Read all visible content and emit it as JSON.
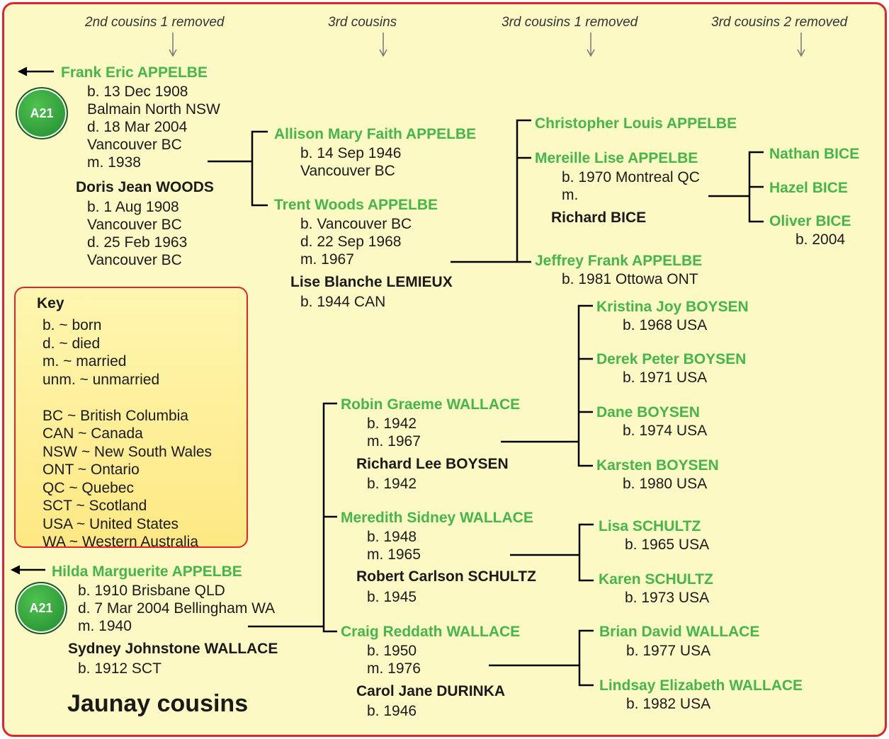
{
  "headers": [
    "2nd cousins 1 removed",
    "3rd cousins",
    "3rd cousins 1 removed",
    "3rd cousins 2 removed"
  ],
  "colors": {
    "border": "#e0262c",
    "background": "#fdf9c4",
    "name_green": "#45b649",
    "badge_green": "#2d9b39"
  },
  "badges": [
    "A21",
    "A21"
  ],
  "title": "Jaunay cousins",
  "key": {
    "heading": "Key",
    "lines": [
      "b. ~ born",
      "d. ~ died",
      "m. ~ married",
      "unm. ~ unmarried",
      "",
      "BC ~ British Columbia",
      "CAN ~ Canada",
      "NSW ~ New South Wales",
      "ONT ~ Ontario",
      "QC ~ Quebec",
      "SCT ~ Scotland",
      "USA ~ United States",
      "WA ~ Western Australia"
    ]
  },
  "frank": {
    "name": "Frank Eric APPELBE",
    "details": [
      "b. 13 Dec 1908",
      "Balmain North NSW",
      "d. 18 Mar 2004",
      "Vancouver BC",
      "m. 1938"
    ],
    "spouse": "Doris Jean WOODS",
    "spouse_details": [
      "b. 1 Aug 1908",
      "Vancouver BC",
      "d. 25 Feb 1963",
      "Vancouver BC"
    ]
  },
  "allison": {
    "name": "Allison Mary Faith APPELBE",
    "details": [
      "b. 14 Sep 1946",
      "Vancouver BC"
    ]
  },
  "trent": {
    "name": "Trent Woods APPELBE",
    "details": [
      "b. Vancouver BC",
      "d. 22 Sep 1968",
      "m. 1967"
    ],
    "spouse": "Lise Blanche LEMIEUX",
    "spouse_details": [
      "b. 1944 CAN"
    ]
  },
  "christopher": {
    "name": "Christopher Louis APPELBE"
  },
  "mereille": {
    "name": "Mereille Lise APPELBE",
    "details": [
      "b. 1970 Montreal QC",
      "m."
    ],
    "spouse": "Richard BICE"
  },
  "jeffrey": {
    "name": "Jeffrey Frank APPELBE",
    "details": [
      "b. 1981 Ottowa ONT"
    ]
  },
  "bice": [
    {
      "name": "Nathan BICE"
    },
    {
      "name": "Hazel BICE"
    },
    {
      "name": "Oliver BICE",
      "detail": "b. 2004"
    }
  ],
  "hilda": {
    "name": "Hilda Marguerite APPELBE",
    "details": [
      "b. 1910 Brisbane QLD",
      "d. 7 Mar 2004 Bellingham WA",
      "m. 1940"
    ],
    "spouse": "Sydney Johnstone WALLACE",
    "spouse_details": [
      "b. 1912 SCT"
    ]
  },
  "robin": {
    "name": "Robin Graeme WALLACE",
    "details": [
      "b. 1942",
      "m. 1967"
    ],
    "spouse": "Richard Lee BOYSEN",
    "spouse_details": [
      "b. 1942"
    ]
  },
  "meredith": {
    "name": "Meredith Sidney WALLACE",
    "details": [
      "b. 1948",
      "m. 1965"
    ],
    "spouse": "Robert Carlson SCHULTZ",
    "spouse_details": [
      "b. 1945"
    ]
  },
  "craig": {
    "name": "Craig Reddath WALLACE",
    "details": [
      "b. 1950",
      "m. 1976"
    ],
    "spouse": "Carol Jane DURINKA",
    "spouse_details": [
      "b. 1946"
    ]
  },
  "boysen": [
    {
      "name": "Kristina Joy BOYSEN",
      "detail": "b. 1968 USA"
    },
    {
      "name": "Derek Peter BOYSEN",
      "detail": "b. 1971 USA"
    },
    {
      "name": "Dane BOYSEN",
      "detail": "b. 1974 USA"
    },
    {
      "name": "Karsten BOYSEN",
      "detail": "b. 1980 USA"
    }
  ],
  "schultz": [
    {
      "name": "Lisa SCHULTZ",
      "detail": "b. 1965 USA"
    },
    {
      "name": "Karen SCHULTZ",
      "detail": "b. 1973 USA"
    }
  ],
  "wallace_kids": [
    {
      "name": "Brian David WALLACE",
      "detail": "b. 1977 USA"
    },
    {
      "name": "Lindsay Elizabeth WALLACE",
      "detail": "b. 1982 USA"
    }
  ]
}
